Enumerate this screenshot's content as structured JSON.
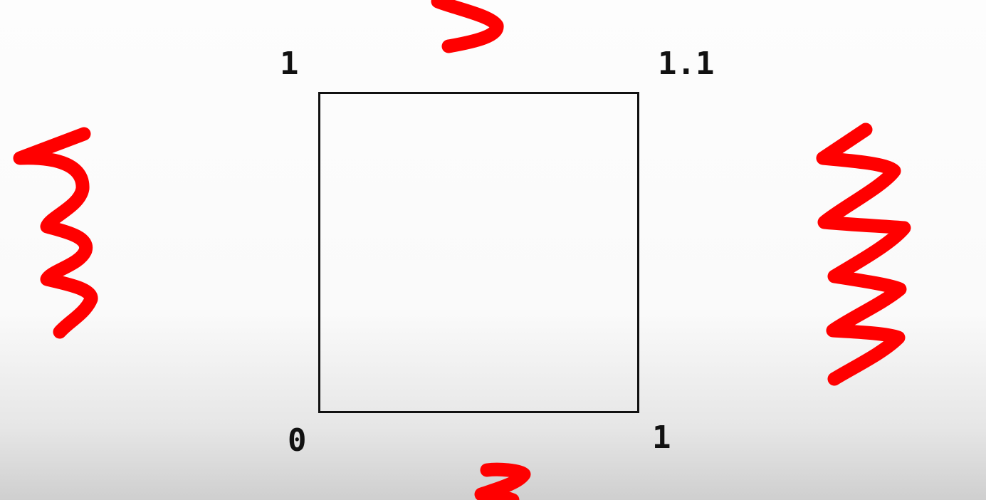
{
  "diagram": {
    "corner_labels": {
      "top_left": "1",
      "top_right": "1.1",
      "bottom_left": "0",
      "bottom_right": "1"
    },
    "stroke_color": "#111111",
    "scribble_color": "#ff0000"
  }
}
